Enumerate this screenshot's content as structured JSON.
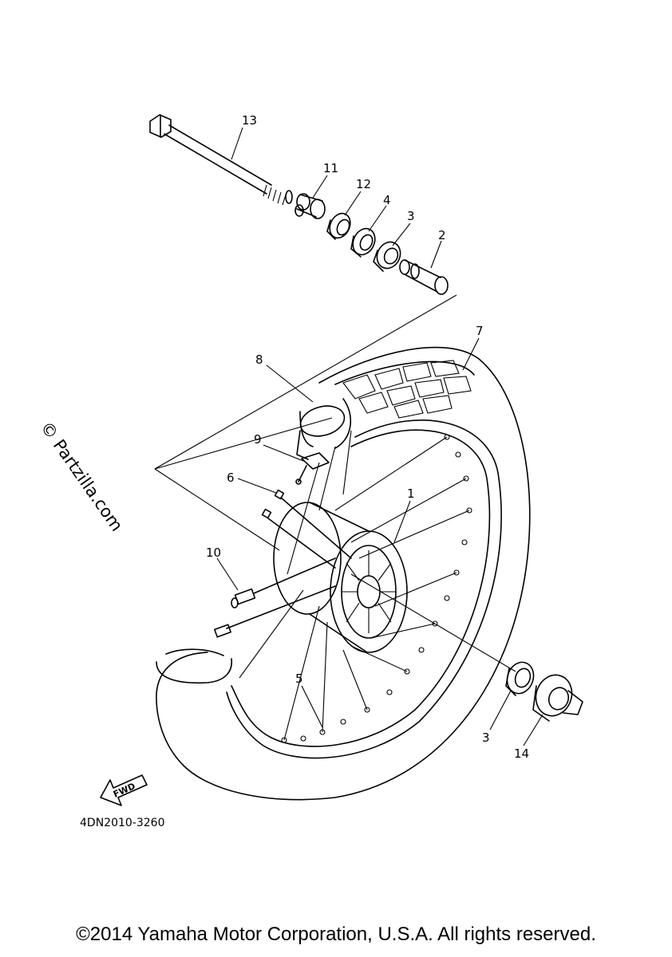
{
  "diagram": {
    "callouts": [
      {
        "id": "c13",
        "text": "13"
      },
      {
        "id": "c11",
        "text": "11"
      },
      {
        "id": "c12",
        "text": "12"
      },
      {
        "id": "c4",
        "text": "4"
      },
      {
        "id": "c3a",
        "text": "3"
      },
      {
        "id": "c2",
        "text": "2"
      },
      {
        "id": "c7",
        "text": "7"
      },
      {
        "id": "c8",
        "text": "8"
      },
      {
        "id": "c9",
        "text": "9"
      },
      {
        "id": "c6",
        "text": "6"
      },
      {
        "id": "c1",
        "text": "1"
      },
      {
        "id": "c10",
        "text": "10"
      },
      {
        "id": "c5",
        "text": "5"
      },
      {
        "id": "c3b",
        "text": "3"
      },
      {
        "id": "c14",
        "text": "14"
      }
    ],
    "watermark": "© Partzilla.com",
    "fwd_label": "FWD",
    "drawing_code": "4DN2010-3260"
  },
  "footer": {
    "copyright": "©2014 Yamaha Motor Corporation, U.S.A. All rights reserved."
  }
}
